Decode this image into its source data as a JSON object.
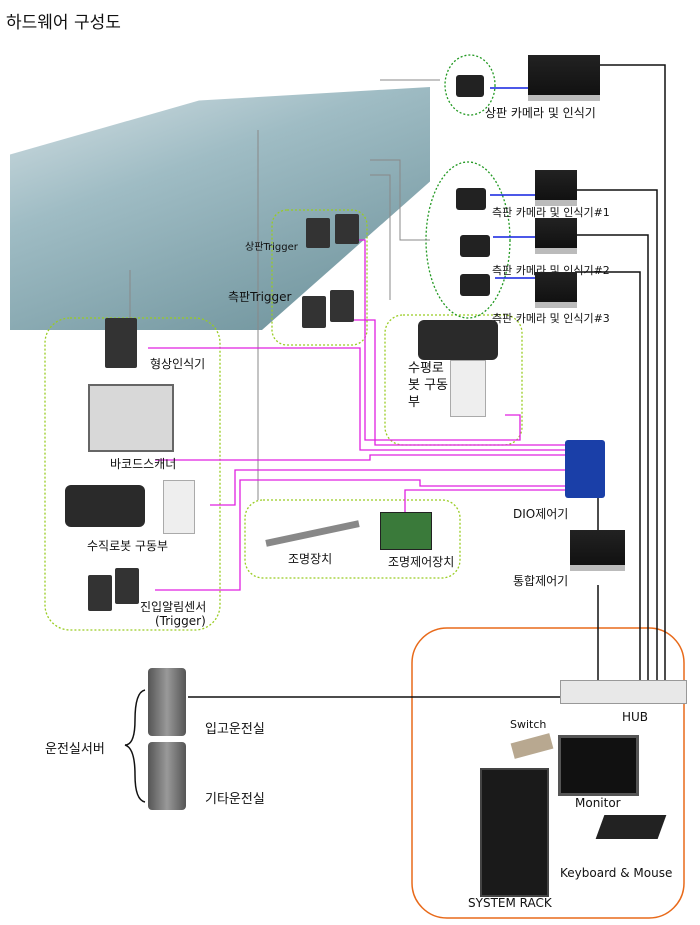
{
  "title": "하드웨어 구성도",
  "labels": {
    "top_camera": "상판 카메라 및 인식기",
    "side_camera_1": "측판 카메라 및 인식기#1",
    "side_camera_2": "측판 카메라 및 인식기#2",
    "side_camera_3": "측판 카메라 및 인식기#3",
    "top_trigger": "상판Trigger",
    "side_trigger": "측판Trigger",
    "horizontal_robot": "수평로봇 구동부",
    "shape_recognizer": "형상인식기",
    "barcode_scanner": "바코드스캐너",
    "dio_controller": "DIO제어기",
    "vertical_robot": "수직로봇 구동부",
    "lighting": "조명장치",
    "lighting_controller": "조명제어장치",
    "integrated_controller": "통합제어기",
    "entry_sensor": "진입알림센서",
    "entry_sensor_sub": "(Trigger)",
    "hub": "HUB",
    "switch": "Switch",
    "monitor": "Monitor",
    "keyboard_mouse": "Keyboard & Mouse",
    "system_rack": "SYSTEM RACK",
    "control_room_server": "운전실서버",
    "receiving_room": "입고운전실",
    "other_room": "기타운전실"
  },
  "colors": {
    "signal": "#e020e0",
    "camera_link": "#1020e0",
    "network": "#111111",
    "group_dotted": "#99cc22",
    "camera_group": "#229922",
    "rack_border": "#e86a1a"
  }
}
